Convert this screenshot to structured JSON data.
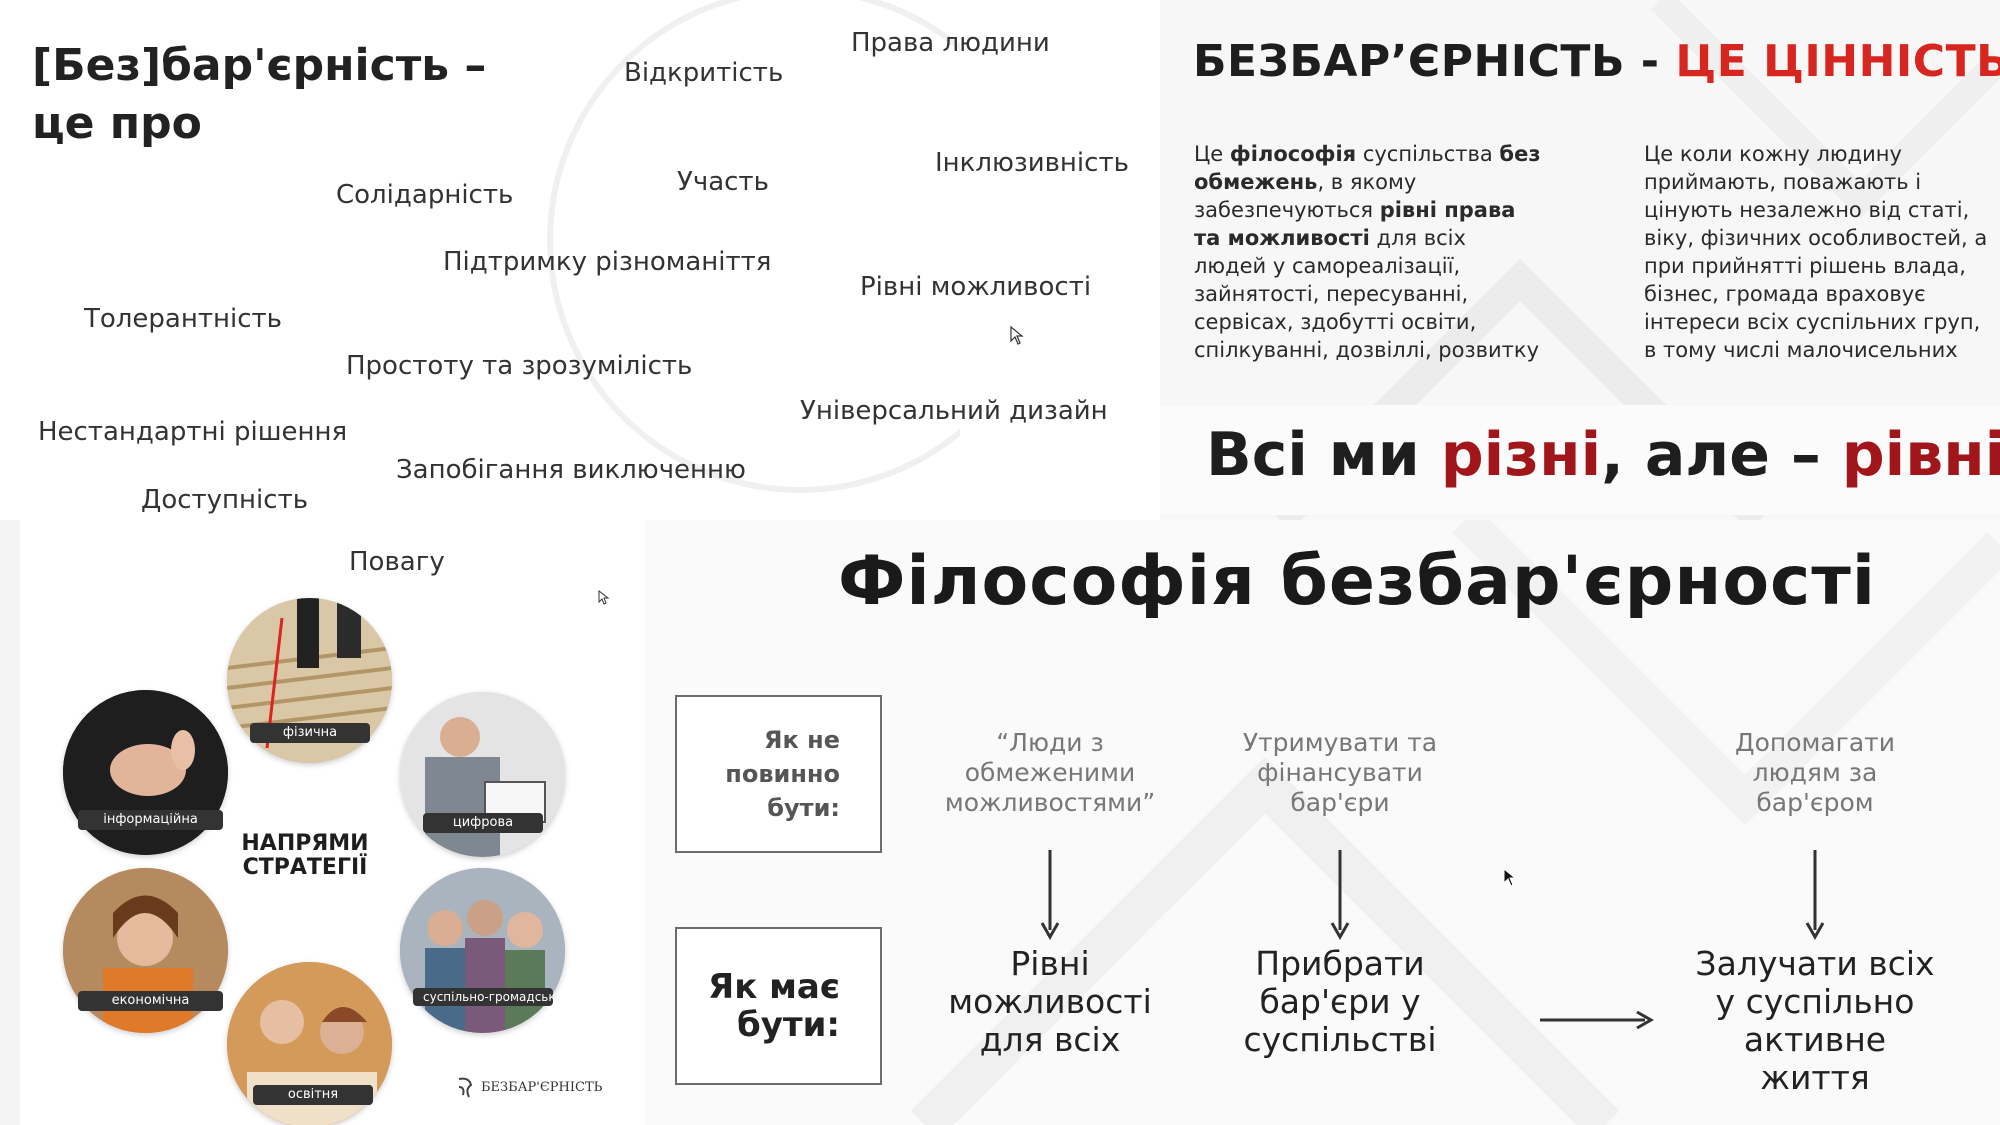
{
  "panel1": {
    "heading_line1": "[Без]бар'єрність –",
    "heading_line2": "це про",
    "words": {
      "openness": "Відкритість",
      "human_rights": "Права людини",
      "participation": "Участь",
      "inclusivity": "Інклюзивність",
      "solidarity": "Солідарність",
      "diversity_support": "Підтримку різноманіття",
      "equal_opportunities": "Рівні можливості",
      "tolerance": "Толерантність",
      "simplicity": "Простоту та зрозумілість",
      "universal_design": "Універсальний дизайн",
      "nonstandard": "Нестандартні рішення",
      "exclusion_prevention": "Запобігання виключенню",
      "accessibility": "Доступність",
      "respect": "Повагу"
    }
  },
  "panel2": {
    "title_dark": "БЕЗБАР’ЄРНІСТЬ - ",
    "title_red": "ЦЕ ЦІННІСТЬ",
    "left_para": {
      "t1": "Це ",
      "b1": "філософія",
      "t2": " суспільства ",
      "b2": "без обмежень",
      "t3": ", в якому забезпечуються ",
      "b3": "рівні права та можливості",
      "t4": " для всіх людей у самореалізації, зайнятості, пересуванні, сервісах, здобутті освіти, спілкуванні, дозвіллі, розвитку"
    },
    "right_para": "Це коли кожну людину приймають, поважають і цінують незалежно від статі, віку, фізичних особливостей, а при прийнятті рішень влада, бізнес, громада враховує інтереси всіх суспільних груп, в тому числі малочисельних",
    "slogan": {
      "p1": "Всі ми ",
      "p2": "різні",
      "p3": ", але – ",
      "p4": "рівні"
    }
  },
  "panel3": {
    "center_label_line1": "НАПРЯМИ",
    "center_label_line2": "СТРАТЕГІЇ",
    "circles": {
      "physical": "фізична",
      "informational": "інформаційна",
      "digital": "цифрова",
      "economic": "економічна",
      "social": "суспільно-громадська",
      "education": "освітня"
    },
    "logo_text": "БЕЗБАР'ЄРНІСТЬ"
  },
  "panel4": {
    "title": "Філософія безбар'єрності",
    "box_not": "Як не повинно бути:",
    "box_should": "Як має бути:",
    "col1_top": "“Люди з обмеженими можливостями”",
    "col2_top": "Утримувати та фінансувати бар'єри",
    "col3_top": "Допомагати людям за бар'єром",
    "col1_bottom": "Рівні можливості для всіх",
    "col2_bottom": "Прибрати бар'єри у суспільстві",
    "col3_bottom": "Залучати всіх у суспільно активне життя"
  },
  "colors": {
    "accent_red": "#d6261f",
    "dark_red": "#a0161a",
    "text_dark": "#1e1e1e",
    "grey_text": "#777777"
  }
}
